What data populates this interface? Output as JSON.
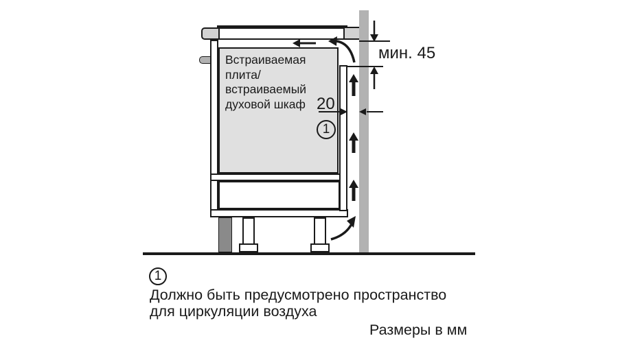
{
  "diagram": {
    "appliance_label_lines": [
      "Встраиваемая",
      "плита/",
      "встраиваемый",
      "духовой шкаф"
    ],
    "dim_min_top_clearance": "мин. 45",
    "dim_rear_gap": "20",
    "callout_number": "1"
  },
  "legend": {
    "callout_number": "1",
    "note_lines": [
      "Должно быть предусмотрено пространство",
      "для циркуляции воздуха"
    ],
    "units_label": "Размеры в мм"
  },
  "colors": {
    "background": "#ffffff",
    "line": "#1a1a1a",
    "appliance_fill": "#e0e0e0",
    "worktop_fill": "#d2d2d2",
    "wall_fill": "#b2b2b2",
    "plinth_fill": "#8a8a8a"
  }
}
